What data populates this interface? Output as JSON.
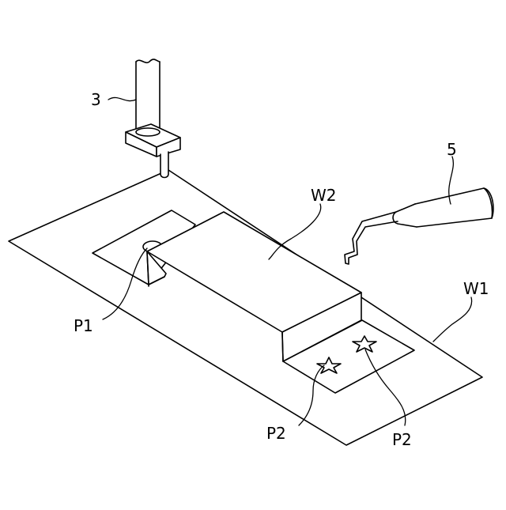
{
  "figure": {
    "labels": {
      "welding_head": "3",
      "tool": "5",
      "upper_workpiece": "W2",
      "lower_workpiece": "W1",
      "point_p1": "P1",
      "point_p2_left": "P2",
      "point_p2_right": "P2"
    },
    "colors": {
      "line": "#000000",
      "background": "#ffffff"
    }
  }
}
